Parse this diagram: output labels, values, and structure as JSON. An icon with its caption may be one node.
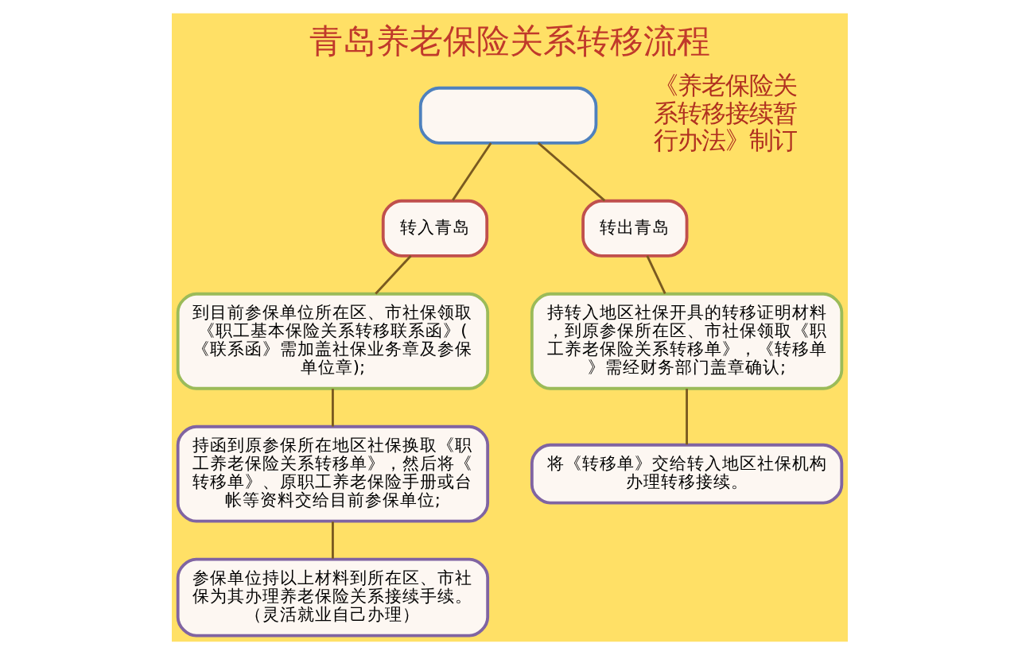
{
  "diagram": {
    "title": "青岛养老保险关系转移流程",
    "nodes": [
      {
        "text": [],
        "shape": "box"
      },
      {
        "text": [
          "转入青岛"
        ]
      },
      {
        "text": [
          "转出青岛"
        ]
      },
      {
        "text": [
          "到目前参保单位所在区、市社保领取《职工基本保险关系转移联系函》(《联系函》需加盖社保业务章及参保单位章);"
        ]
      },
      {
        "text": [
          "持函到原参保所在地区社保换取《职工养老保险关系转移单》，然后将《转移单》、原职工养老保险手册或台帐等资料交给目前参保单位;"
        ]
      },
      {
        "text": [
          "参保单位持以上材料到所在区、市社保为其办理养老保险关系接续手续。（灵活就业自己办理）"
        ]
      },
      {
        "text": [
          "持转入地区社保开具的转移证明材料，到原参保所在区、市社保领取《职工养老保险关系转移单》，《转移单》需经财务部门盖章确认;"
        ]
      },
      {
        "text": [
          "将《转移单》交给转入地区社保机构办理转移接续。"
        ]
      }
    ],
    "edges": [
      {
        "from": 0,
        "to": 1,
        "arrow": "none"
      },
      {
        "from": 0,
        "to": 2,
        "arrow": "none"
      },
      {
        "from": 1,
        "to": 3,
        "arrow": "none"
      },
      {
        "from": 3,
        "to": 4,
        "arrow": "none"
      },
      {
        "from": 4,
        "to": 5,
        "arrow": "none"
      },
      {
        "from": 2,
        "to": 6,
        "arrow": "none"
      },
      {
        "from": 6,
        "to": 7,
        "arrow": "none"
      }
    ],
    "labels": [
      "《养老保险关系转移接续暂行办法》制订"
    ]
  }
}
